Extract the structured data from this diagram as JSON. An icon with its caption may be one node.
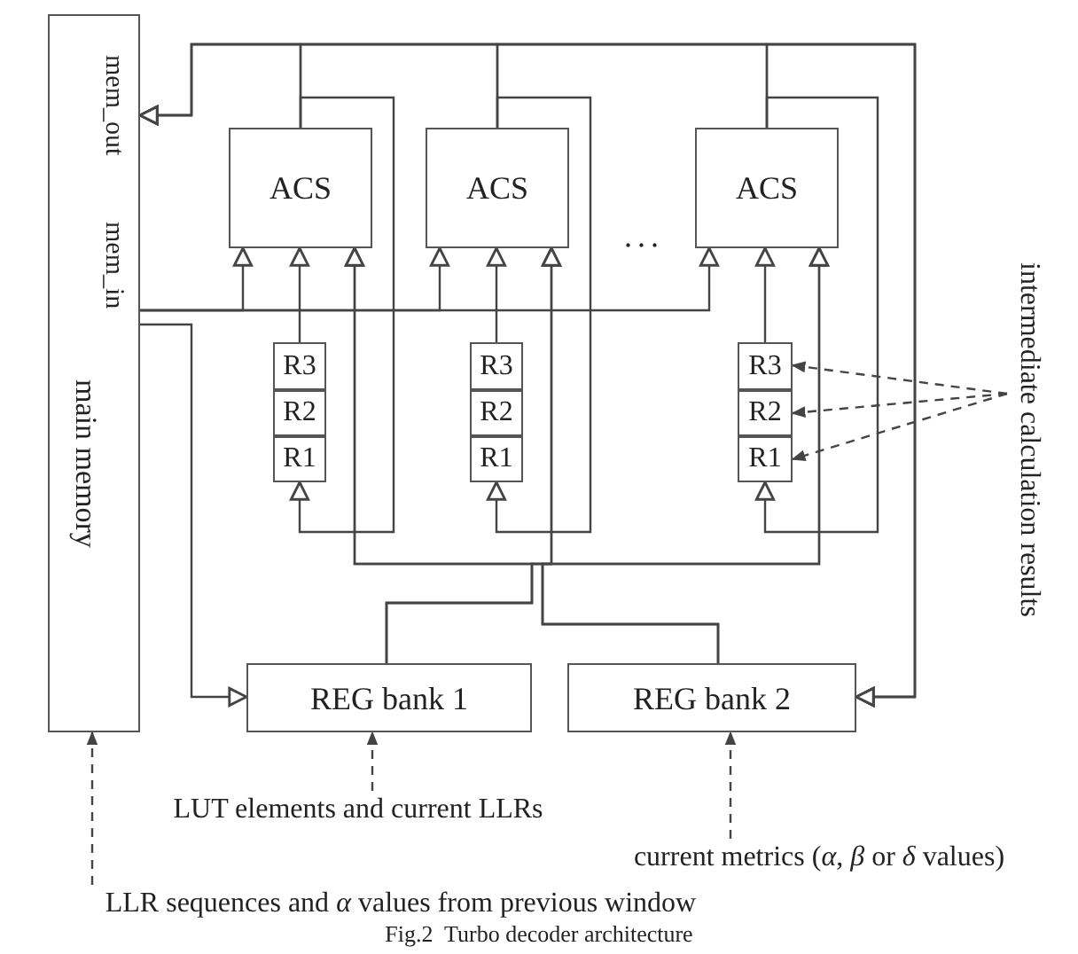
{
  "diagram": {
    "caption": "Fig.2  Turbo decoder architecture",
    "nodes": [
      {
        "text": [
          "mem_out",
          "mem_in",
          "main memory"
        ]
      },
      {
        "text": [
          "ACS"
        ]
      },
      {
        "text": [
          "ACS"
        ]
      },
      {
        "text": [
          "ACS"
        ]
      },
      {
        "text": [
          "R3"
        ]
      },
      {
        "text": [
          "R2"
        ]
      },
      {
        "text": [
          "R1"
        ]
      },
      {
        "text": [
          "R3"
        ]
      },
      {
        "text": [
          "R2"
        ]
      },
      {
        "text": [
          "R1"
        ]
      },
      {
        "text": [
          "R3"
        ]
      },
      {
        "text": [
          "R2"
        ]
      },
      {
        "text": [
          "R1"
        ]
      },
      {
        "text": [
          "REG bank 1"
        ]
      },
      {
        "text": [
          "REG bank 2"
        ]
      },
      {
        "text": [
          "intermediate calculation results"
        ]
      },
      {
        "text": [
          "LUT elements and current LLRs"
        ]
      },
      {
        "text": [
          "current metrics (*α*, *β* or *δ* values)"
        ]
      },
      {
        "text": [
          "LLR sequences and *α* values from previous window"
        ]
      }
    ],
    "edges": [
      {
        "from": 1,
        "to": 0,
        "arrow": "to"
      },
      {
        "from": 2,
        "to": 0,
        "arrow": "to"
      },
      {
        "from": 3,
        "to": 0,
        "arrow": "to"
      },
      {
        "from": 1,
        "to": 6,
        "arrow": "to"
      },
      {
        "from": 2,
        "to": 9,
        "arrow": "to"
      },
      {
        "from": 3,
        "to": 12,
        "arrow": "to"
      },
      {
        "from": 1,
        "to": 14,
        "arrow": "to"
      },
      {
        "from": 2,
        "to": 14,
        "arrow": "to"
      },
      {
        "from": 3,
        "to": 14,
        "arrow": "to"
      },
      {
        "from": 0,
        "to": 1,
        "arrow": "to"
      },
      {
        "from": 0,
        "to": 2,
        "arrow": "to"
      },
      {
        "from": 0,
        "to": 3,
        "arrow": "to"
      },
      {
        "from": 4,
        "to": 1,
        "arrow": "to"
      },
      {
        "from": 7,
        "to": 2,
        "arrow": "to"
      },
      {
        "from": 10,
        "to": 3,
        "arrow": "to"
      },
      {
        "from": 13,
        "to": 1,
        "arrow": "to"
      },
      {
        "from": 13,
        "to": 2,
        "arrow": "to"
      },
      {
        "from": 13,
        "to": 3,
        "arrow": "to"
      },
      {
        "from": 14,
        "to": 1,
        "arrow": "to"
      },
      {
        "from": 14,
        "to": 2,
        "arrow": "to"
      },
      {
        "from": 14,
        "to": 3,
        "arrow": "to"
      },
      {
        "from": 0,
        "to": 13,
        "arrow": "to"
      },
      {
        "from": 15,
        "to": 10,
        "arrow": "to",
        "style": "dashed"
      },
      {
        "from": 15,
        "to": 11,
        "arrow": "to",
        "style": "dashed"
      },
      {
        "from": 15,
        "to": 12,
        "arrow": "to",
        "style": "dashed"
      },
      {
        "from": 16,
        "to": 13,
        "arrow": "to",
        "style": "dashed"
      },
      {
        "from": 17,
        "to": 14,
        "arrow": "to",
        "style": "dashed"
      },
      {
        "from": 18,
        "to": 0,
        "arrow": "to",
        "style": "dashed"
      }
    ],
    "labels": [
      "..."
    ]
  }
}
